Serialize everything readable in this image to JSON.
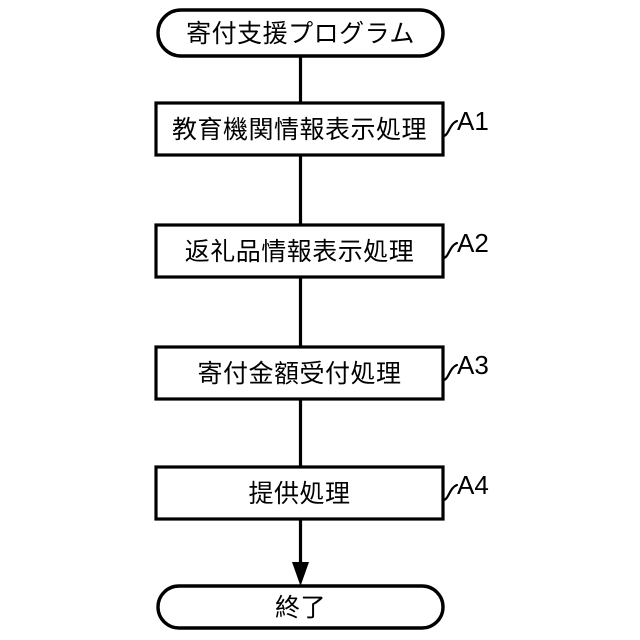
{
  "diagram": {
    "type": "flowchart",
    "orientation": "vertical",
    "background_color": "#ffffff",
    "line_color": "#000000",
    "fill_color": "#ffffff",
    "start": {
      "shape": "terminal",
      "label": "寄付支援プログラム"
    },
    "steps": [
      {
        "shape": "process",
        "label": "教育機関情報表示処理",
        "ref": "A1"
      },
      {
        "shape": "process",
        "label": "返礼品情報表示処理",
        "ref": "A2"
      },
      {
        "shape": "process",
        "label": "寄付金額受付処理",
        "ref": "A3"
      },
      {
        "shape": "process",
        "label": "提供処理",
        "ref": "A4"
      }
    ],
    "end": {
      "shape": "terminal",
      "label": "終了"
    }
  }
}
